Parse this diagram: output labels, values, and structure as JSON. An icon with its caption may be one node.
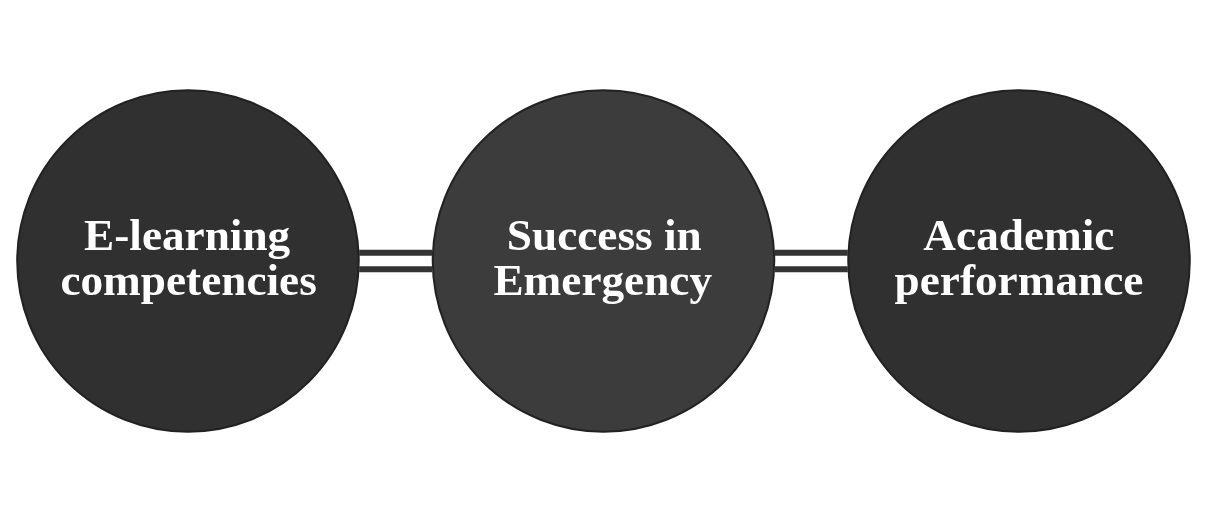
{
  "diagram": {
    "nodes": [
      {
        "text": [
          "E-learning competencies"
        ]
      },
      {
        "text": [
          "Success in Emergency"
        ]
      },
      {
        "text": [
          "Academic performance"
        ]
      }
    ],
    "edges": [
      {
        "from": 0,
        "to": 1,
        "arrow": "none"
      },
      {
        "from": 1,
        "to": 2,
        "arrow": "none"
      }
    ]
  }
}
